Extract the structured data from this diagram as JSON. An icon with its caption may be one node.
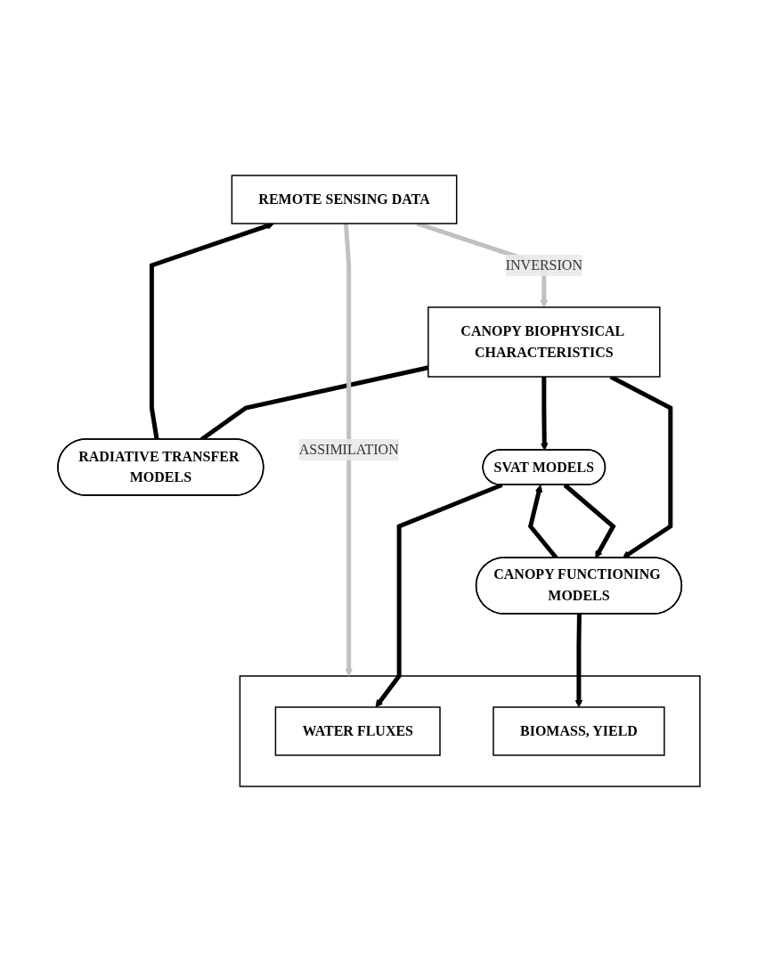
{
  "diagram": {
    "nodes": [
      {
        "text": [
          "REMOTE SENSING DATA"
        ]
      },
      {
        "text": [
          "RADIATIVE TRANSFER MODELS"
        ]
      },
      {
        "text": [
          "CANOPY BIOPHYSICAL CHARACTERISTICS"
        ]
      },
      {
        "text": [
          "SVAT MODELS"
        ]
      },
      {
        "text": [
          "CANOPY FUNCTIONING MODELS"
        ]
      },
      {
        "text": [],
        "shape": "box"
      },
      {
        "text": [
          "WATER FLUXES"
        ],
        "in": 5
      },
      {
        "text": [
          "BIOMASS, YIELD"
        ],
        "in": 5
      }
    ],
    "edges": [
      {
        "from": 0,
        "to": 2,
        "arrow": "to",
        "label": "INVERSION",
        "color": "#c0c0c0"
      },
      {
        "from": 2,
        "to": 1,
        "arrow": "none"
      },
      {
        "from": 1,
        "to": 0,
        "arrow": "to"
      },
      {
        "from": 0,
        "to": 5,
        "arrow": "to",
        "label": "ASSIMILATION",
        "color": "#c0c0c0"
      },
      {
        "from": 2,
        "to": 3,
        "arrow": "to"
      },
      {
        "from": 2,
        "to": 4,
        "arrow": "to"
      },
      {
        "from": 3,
        "to": 4,
        "arrow": "to"
      },
      {
        "from": 4,
        "to": 3,
        "arrow": "to"
      },
      {
        "from": 3,
        "to": 6,
        "arrow": "to"
      },
      {
        "from": 4,
        "to": 7,
        "arrow": "to"
      }
    ]
  }
}
